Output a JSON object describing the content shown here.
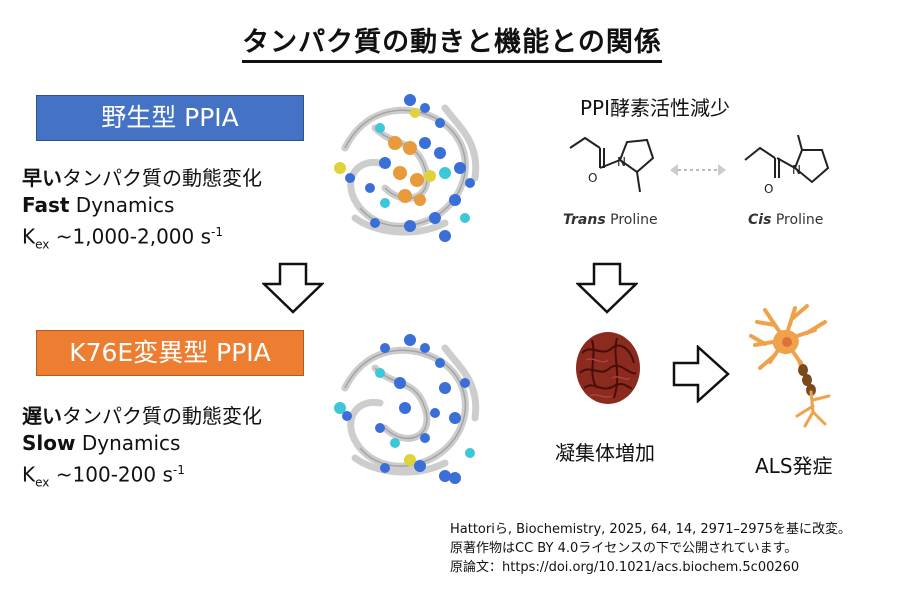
{
  "title": "タンパク質の動きと機能との関係",
  "wild_type": {
    "label": "野生型 PPIA",
    "desc_bold": "早い",
    "desc_rest": "タンパク質の動態変化",
    "dyn_bold": "Fast",
    "dyn_rest": " Dynamics",
    "k_main": "K",
    "k_sub": "ex",
    "k_range": " ~1,000-2,000 s",
    "k_sup": "-1"
  },
  "mutant": {
    "label": "K76E変異型 PPIA",
    "desc_bold": "遅い",
    "desc_rest": "タンパク質の動態変化",
    "dyn_bold": "Slow",
    "dyn_rest": " Dynamics",
    "k_main": "K",
    "k_sub": "ex",
    "k_range": " ~100-200 s",
    "k_sup": "-1"
  },
  "ppi": {
    "title": "PPI酵素活性減少",
    "trans_italic": "Trans",
    "trans_rest": " Proline",
    "cis_italic": "Cis",
    "cis_rest": " Proline"
  },
  "outcomes": {
    "aggregate": "凝集体増加",
    "als": "ALS発症"
  },
  "credit": {
    "line1": "Hattoriら, Biochemistry, 2025, 64, 14, 2971–2975を基に改変。",
    "line2": "原著作物はCC BY 4.0ライセンスの下で公開されています。",
    "line3": "原論文：https://doi.org/10.1021/acs.biochem.5c00260"
  },
  "colors": {
    "wt_box": "#4472c4",
    "mutant_box": "#ed7d31",
    "atom_blue": "#3a6fd8",
    "atom_orange": "#e89a3c",
    "atom_cyan": "#3cc8d8",
    "atom_yellow": "#e0d23a",
    "aggregate": "#8b2a1e",
    "neuron": "#f0a24a"
  }
}
